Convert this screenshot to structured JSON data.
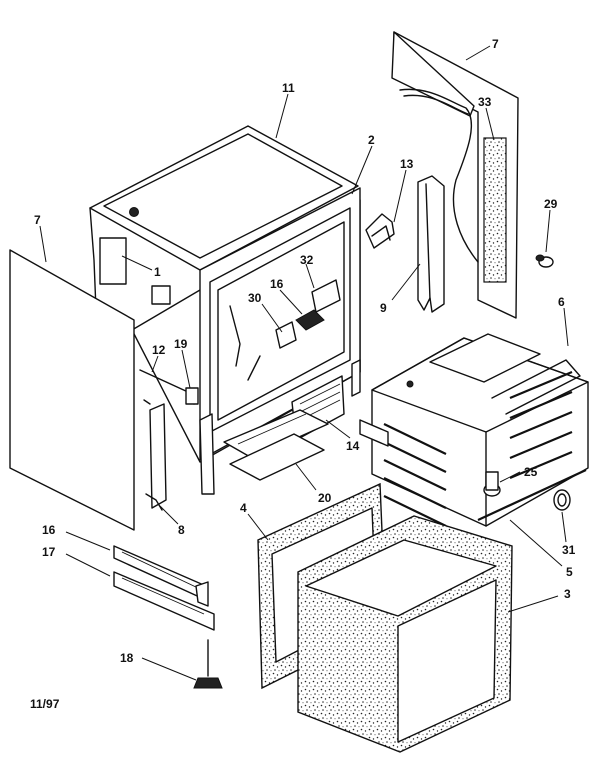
{
  "diagram": {
    "footnote": "11/97",
    "callouts": {
      "c7_top": "7",
      "c11": "11",
      "c2": "2",
      "c13": "13",
      "c33": "33",
      "c29": "29",
      "c7_left": "7",
      "c1": "1",
      "c32": "32",
      "c16_mid": "16",
      "c30": "30",
      "c9": "9",
      "c6": "6",
      "c12": "12",
      "c19": "19",
      "c25": "25",
      "c14": "14",
      "c20": "20",
      "c8": "8",
      "c4": "4",
      "c31": "31",
      "c5": "5",
      "c16_left": "16",
      "c17": "17",
      "c3": "3",
      "c18": "18"
    }
  }
}
